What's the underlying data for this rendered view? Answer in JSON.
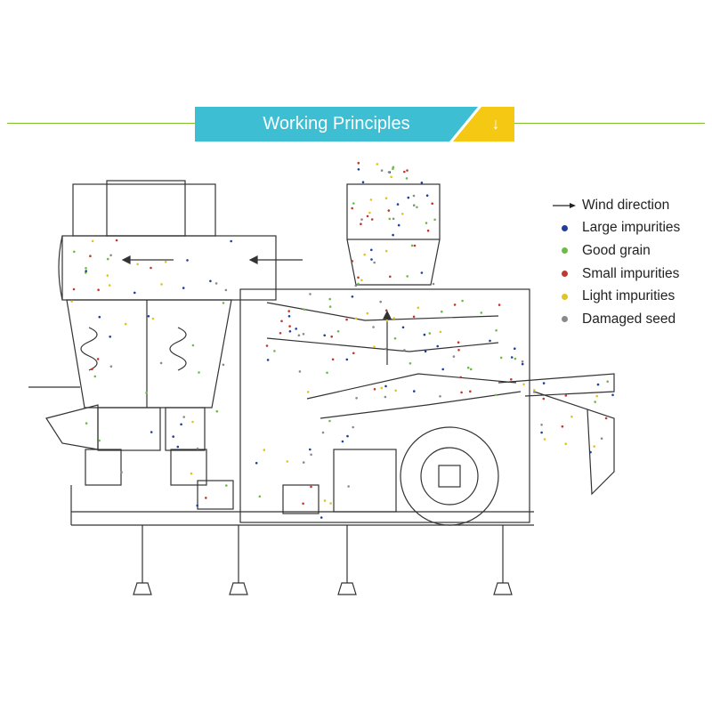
{
  "banner": {
    "title": "Working Principles",
    "arrow_symbol": "↓",
    "color_main": "#3dbed2",
    "color_accent": "#f5c814",
    "line_color": "#7fbf2a"
  },
  "legend": {
    "items": [
      {
        "label": "Wind direction",
        "kind": "arrow"
      },
      {
        "label": "Large impurities",
        "kind": "dot",
        "color": "#1f3f9a"
      },
      {
        "label": "Good grain",
        "kind": "dot",
        "color": "#6dbb45"
      },
      {
        "label": "Small impurities",
        "kind": "dot",
        "color": "#c0392b"
      },
      {
        "label": "Light impurities",
        "kind": "dot",
        "color": "#e2c41e"
      },
      {
        "label": "Damaged seed",
        "kind": "dot",
        "color": "#8a8a8a"
      }
    ]
  },
  "machine_line_color": "#333333"
}
